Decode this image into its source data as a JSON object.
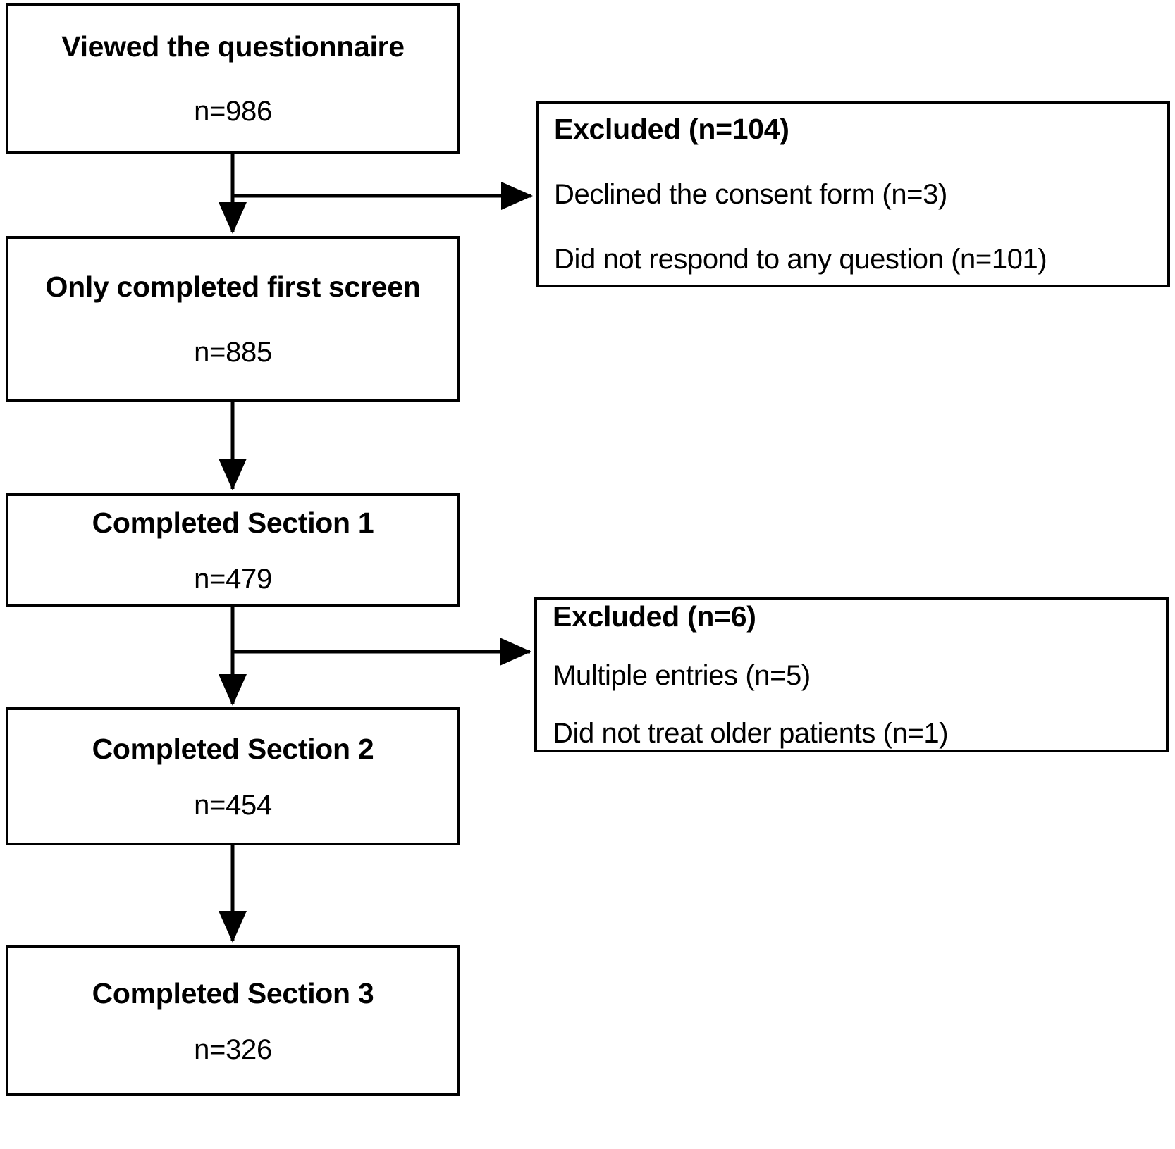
{
  "diagram": {
    "type": "participant-flow",
    "nodes": [
      {
        "id": "viewed",
        "title": "Viewed the questionnaire",
        "count": "n=986"
      },
      {
        "id": "first-screen",
        "title": "Only completed first screen",
        "count": "n=885"
      },
      {
        "id": "section1",
        "title": "Completed Section 1",
        "count": "n=479"
      },
      {
        "id": "section2",
        "title": "Completed Section 2",
        "count": "n=454"
      },
      {
        "id": "section3",
        "title": "Completed Section 3",
        "count": "n=326"
      }
    ],
    "excluded": [
      {
        "id": "excluded-1",
        "title": "Excluded (n=104)",
        "reasons": [
          "Declined the consent form (n=3)",
          "Did not respond to any question (n=101)"
        ]
      },
      {
        "id": "excluded-2",
        "title": "Excluded (n=6)",
        "reasons": [
          "Multiple entries (n=5)",
          "Did not treat older patients (n=1)"
        ]
      }
    ],
    "colors": {
      "stroke": "#000000",
      "fill": "#ffffff",
      "text": "#000000"
    }
  }
}
